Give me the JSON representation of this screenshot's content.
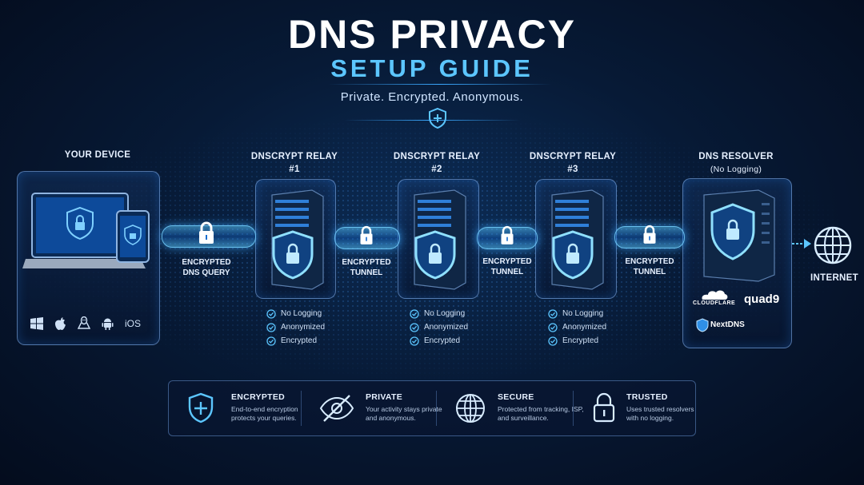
{
  "header": {
    "title": "DNS PRIVACY",
    "subtitle": "SETUP GUIDE",
    "tagline": "Private. Encrypted. Anonymous."
  },
  "nodes": {
    "device": {
      "label": "YOUR DEVICE"
    },
    "relay1": {
      "label": "DNSCRYPT RELAY",
      "num": "#1"
    },
    "relay2": {
      "label": "DNSCRYPT RELAY",
      "num": "#2"
    },
    "relay3": {
      "label": "DNSCRYPT RELAY",
      "num": "#3"
    },
    "resolver": {
      "label": "DNS RESOLVER",
      "sub": "(No Logging)"
    },
    "internet": {
      "label": "INTERNET"
    }
  },
  "links": [
    {
      "line1": "ENCRYPTED",
      "line2": "DNS QUERY"
    },
    {
      "line1": "ENCRYPTED",
      "line2": "TUNNEL"
    },
    {
      "line1": "ENCRYPTED",
      "line2": "TUNNEL"
    },
    {
      "line1": "ENCRYPTED",
      "line2": "TUNNEL"
    }
  ],
  "relay_checks": [
    "No Logging",
    "Anonymized",
    "Encrypted"
  ],
  "os": {
    "ios": "iOS"
  },
  "resolvers": {
    "cloudflare": "CLOUDFLARE",
    "quad9": "quad9",
    "nextdns": "NextDNS"
  },
  "features": [
    {
      "title": "ENCRYPTED",
      "desc": "End-to-end encryption protects your queries."
    },
    {
      "title": "PRIVATE",
      "desc": "Your activity stays private and anonymous."
    },
    {
      "title": "SECURE",
      "desc": "Protected from tracking, ISP, and surveillance."
    },
    {
      "title": "TRUSTED",
      "desc": "Uses trusted resolvers with no logging."
    }
  ],
  "colors": {
    "accent": "#5cc6ff",
    "background": "#071a36",
    "glow": "#3aa8ff"
  }
}
